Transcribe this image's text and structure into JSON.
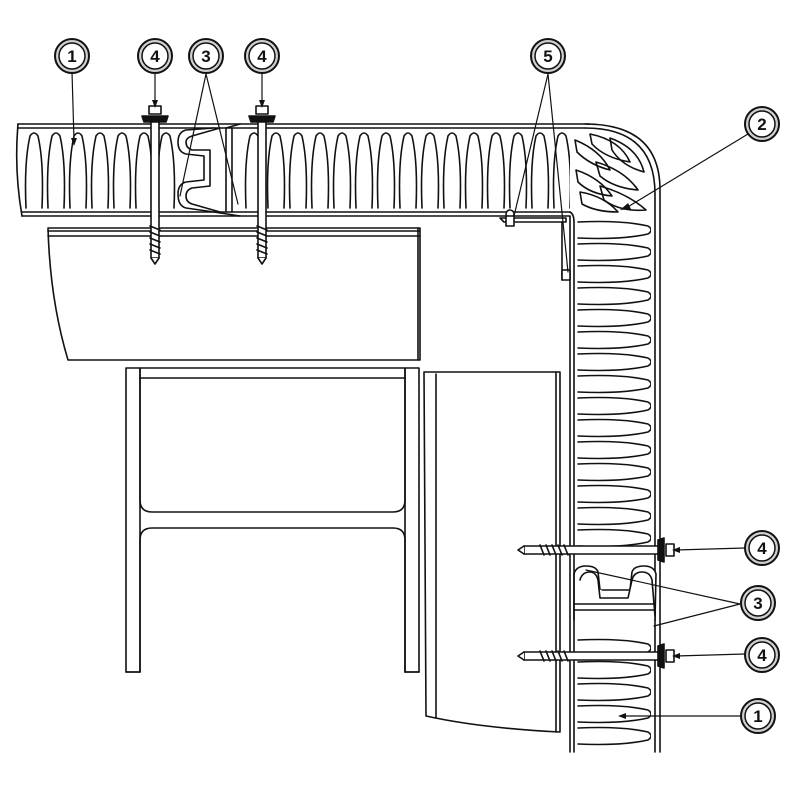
{
  "callouts": {
    "top_1": "1",
    "top_4a": "4",
    "top_3": "3",
    "top_4b": "4",
    "top_5": "5",
    "right_2": "2",
    "right_4a": "4",
    "right_3": "3",
    "right_4b": "4",
    "right_1": "1"
  },
  "colors": {
    "line": "#111111",
    "callout_fill": "#cfcfcf",
    "background": "#ffffff"
  }
}
